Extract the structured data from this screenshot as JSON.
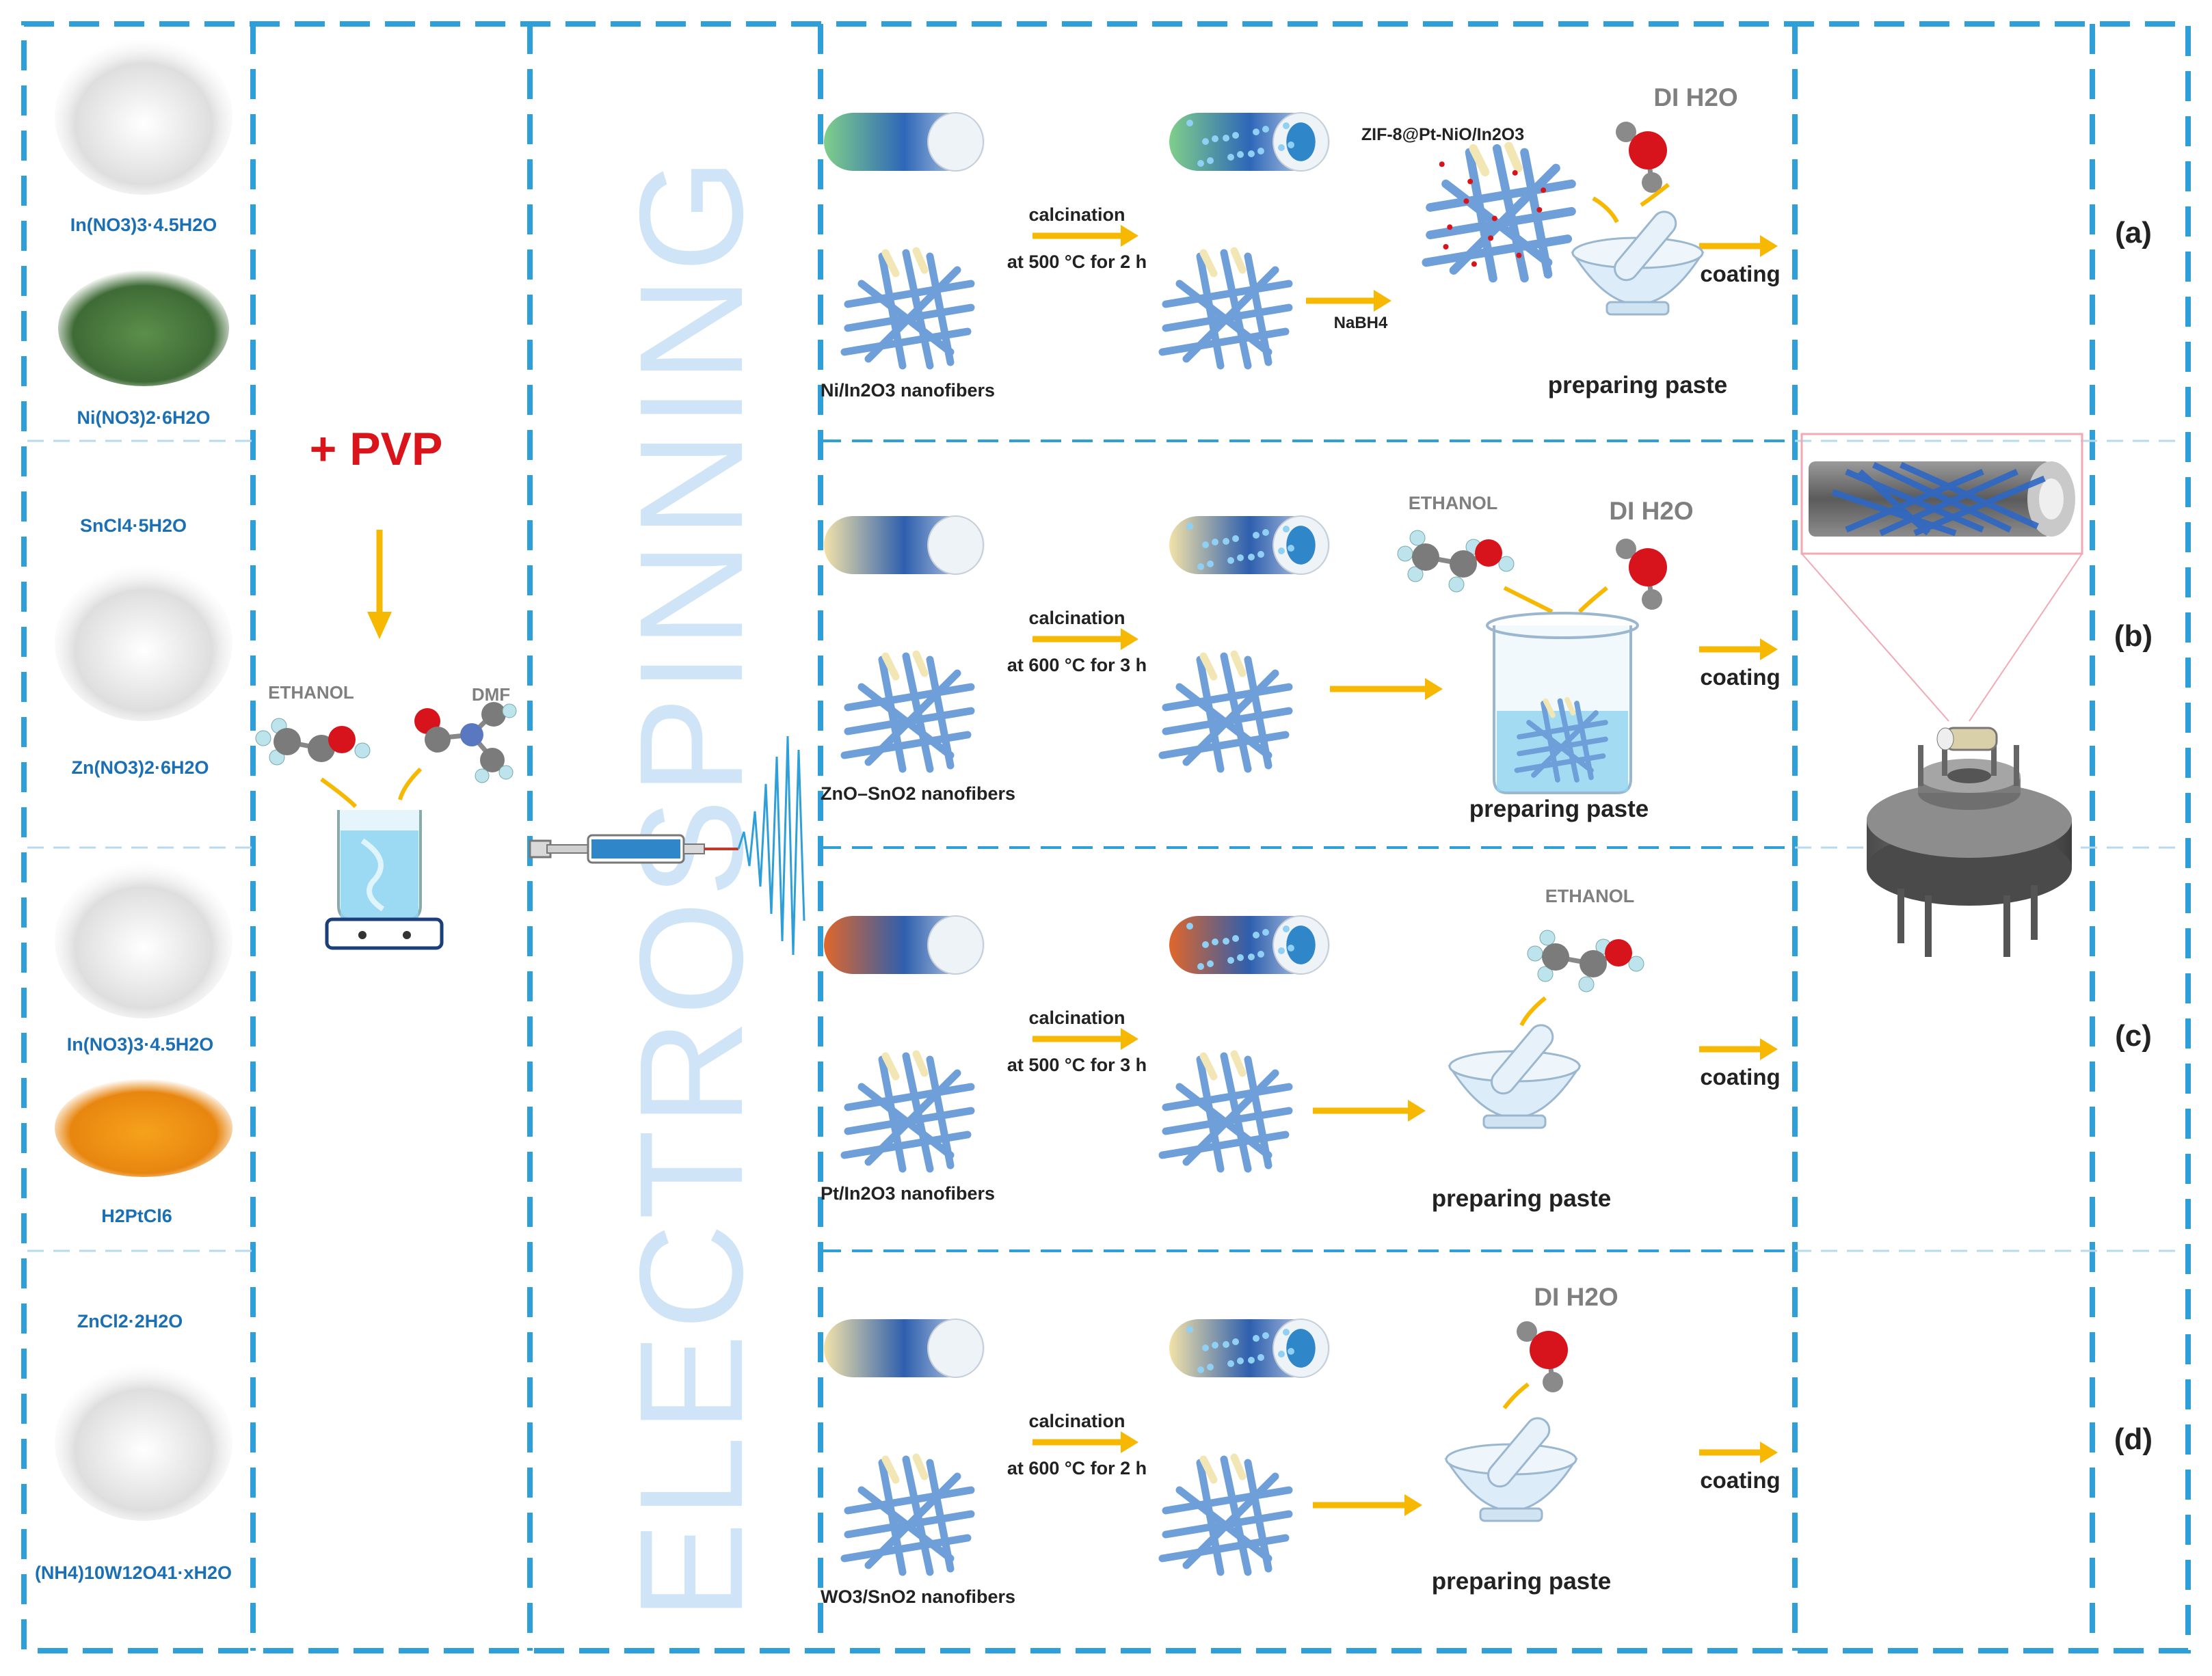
{
  "colors": {
    "frame": "#2f9fda",
    "label_blue": "#1a6fb5",
    "pvp_red": "#d9141b",
    "arrow_yellow": "#f6b800",
    "grey_text": "#7f7f7f",
    "watermark": "#cfe4f6",
    "fiber_blue": "#6f9fd8",
    "beaker_water": "#8ed3f0",
    "o_red": "#d7141c",
    "h_cyan": "#bde4ec"
  },
  "precursors": {
    "a1": "In(NO3)3·4.5H2O",
    "a2": "Ni(NO3)2·6H2O",
    "b1": "SnCl4·5H2O",
    "b2": "Zn(NO3)2·6H2O",
    "c1": "In(NO3)3·4.5H2O",
    "c2": "H2PtCl6",
    "d1": "ZnCl2·2H2O",
    "d2": "(NH4)10W12O41·xH2O"
  },
  "mixing": {
    "pvp": "+ PVP",
    "ethanol": "ETHANOL",
    "dmf": "DMF"
  },
  "electrospinning": "ELECTROSPINNING",
  "rows": [
    {
      "label": "(a)",
      "calcination": "calcination",
      "condition": "at 500 °C for 2 h",
      "nanofibers": "Ni/In2O3 nanofibers",
      "zif": "ZIF-8@Pt-NiO/In2O3",
      "reducer": "NaBH4",
      "solvent": "DI H2O",
      "paste": "preparing paste",
      "coating": "coating"
    },
    {
      "label": "(b)",
      "calcination": "calcination",
      "condition": "at 600 °C for 3 h",
      "nanofibers": "ZnO–SnO2 nanofibers",
      "solvent1": "ETHANOL",
      "solvent2": "DI H2O",
      "paste": "preparing paste",
      "coating": "coating"
    },
    {
      "label": "(c)",
      "calcination": "calcination",
      "condition": "at 500 °C for 3 h",
      "nanofibers": "Pt/In2O3 nanofibers",
      "solvent": "ETHANOL",
      "paste": "preparing paste",
      "coating": "coating"
    },
    {
      "label": "(d)",
      "calcination": "calcination",
      "condition": "at 600 °C for 2 h",
      "nanofibers": "WO3/SnO2 nanofibers",
      "solvent": "DI H2O",
      "paste": "preparing paste",
      "coating": "coating"
    }
  ]
}
